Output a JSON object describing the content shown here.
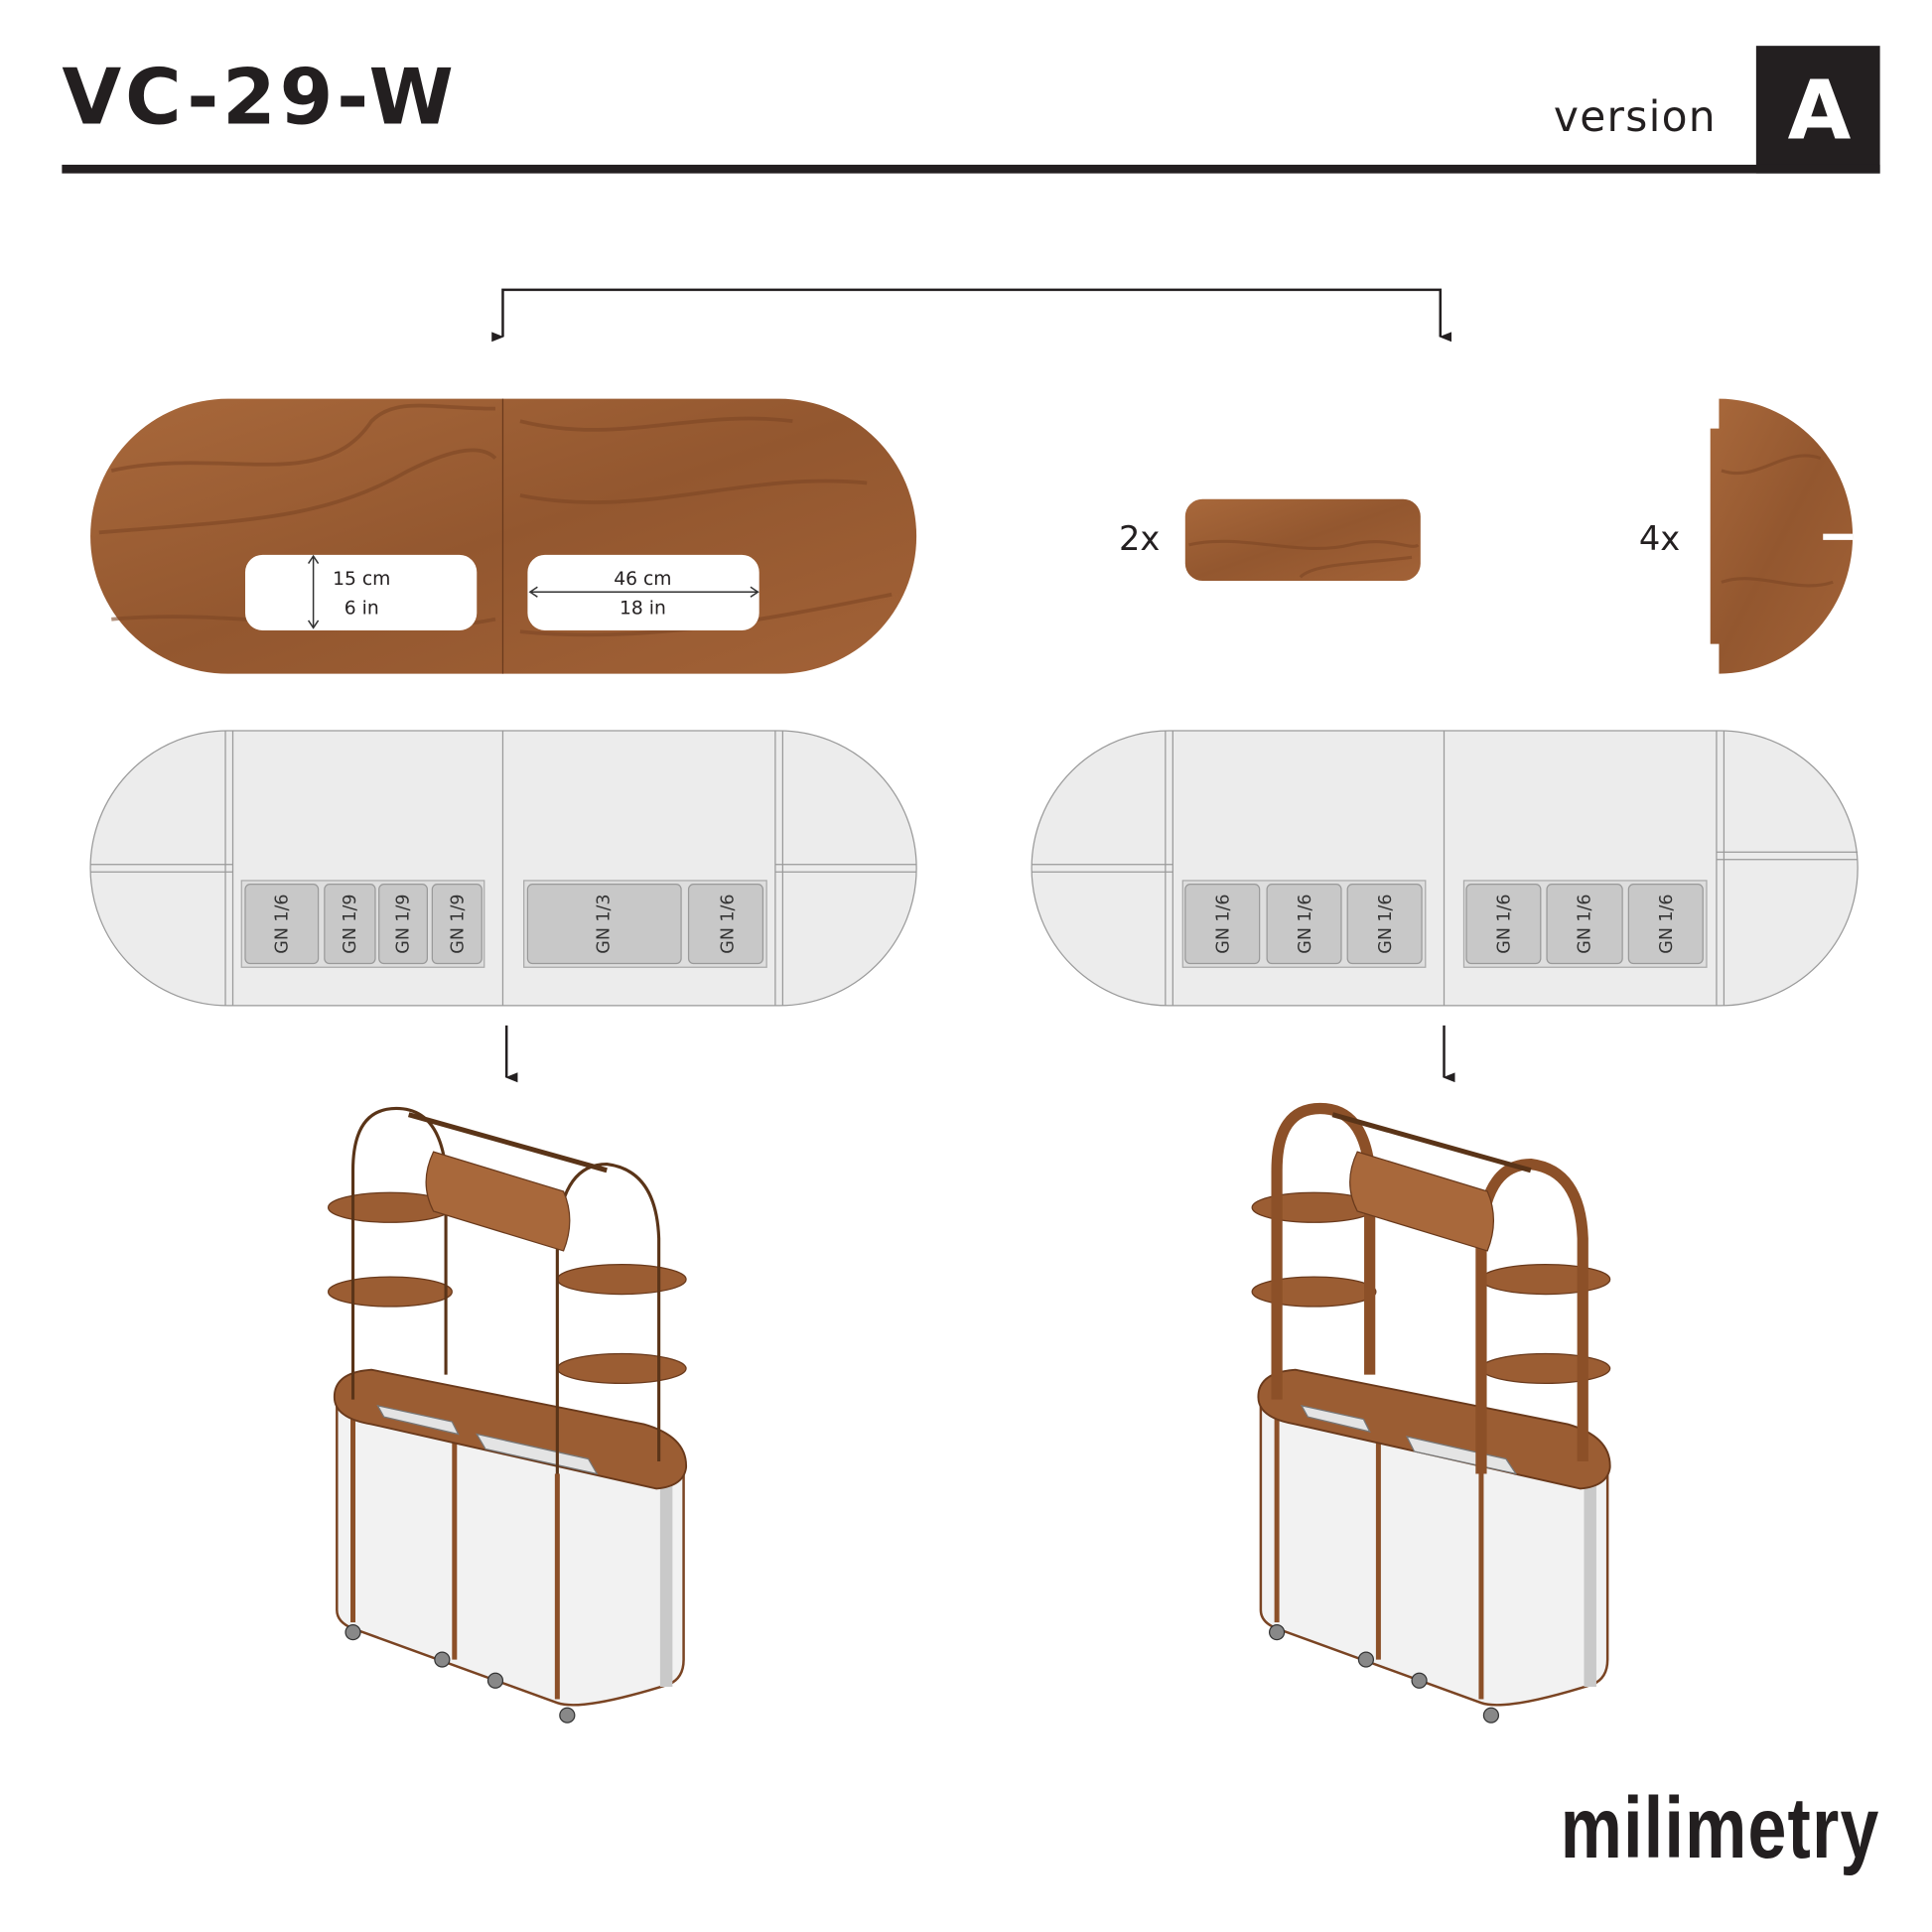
{
  "header": {
    "title": "VC-29-W",
    "version_label": "version",
    "version_value": "A"
  },
  "parts": {
    "top_board": {
      "height_cm": "15 cm",
      "height_in": "6 in",
      "width_cm": "46 cm",
      "width_in": "18 in"
    },
    "small_board_qty": "2x",
    "half_round_qty": "4x"
  },
  "layouts": [
    {
      "name": "layout-left",
      "groups": [
        [
          "GN 1/6",
          "GN 1/9",
          "GN 1/9",
          "GN 1/9"
        ],
        [
          "GN 1/3",
          "GN 1/6"
        ]
      ]
    },
    {
      "name": "layout-right",
      "groups": [
        [
          "GN 1/6",
          "GN 1/6",
          "GN 1/6"
        ],
        [
          "GN 1/6",
          "GN 1/6",
          "GN 1/6"
        ]
      ]
    }
  ],
  "brand": {
    "logo_text": "milimetry"
  },
  "colors": {
    "wood": "#9b5d33",
    "wood_dark": "#7a4423",
    "ink": "#231f20",
    "plan_fill": "#ececec",
    "pan_fill": "#c8c8c8"
  }
}
